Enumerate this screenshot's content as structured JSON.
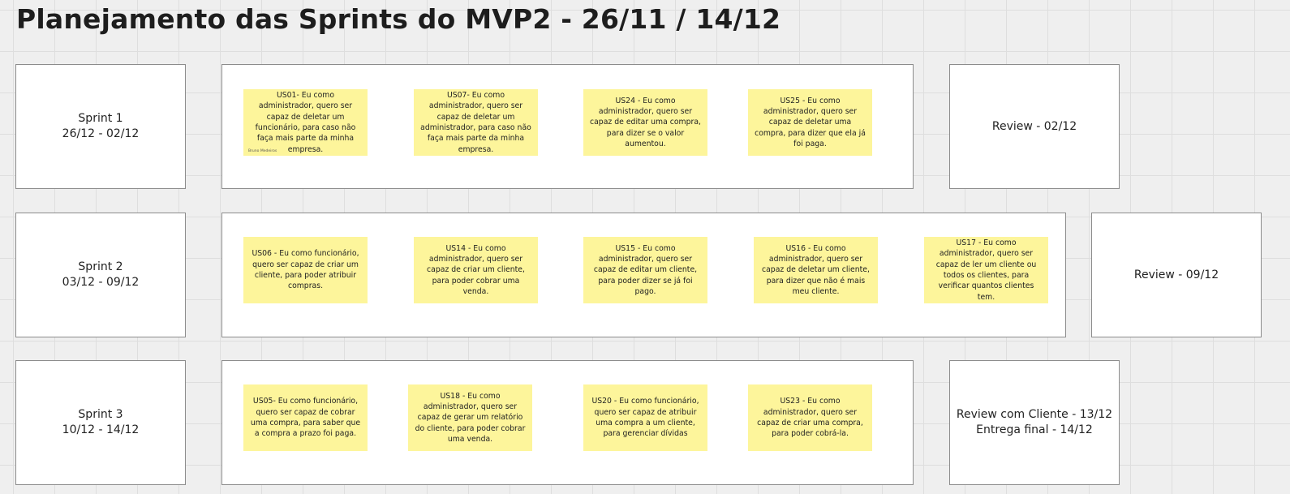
{
  "board": {
    "title": "Planejamento das Sprints do MVP2 - 26/11 / 14/12"
  },
  "sprints": [
    {
      "name": "Sprint 1",
      "dates": "26/12 - 02/12",
      "review_lines": [
        "Review - 02/12"
      ],
      "notes": [
        {
          "text": "US01- Eu como administrador, quero ser capaz de deletar um funcionário, para caso não faça mais parte da minha empresa.",
          "author": "Bruno Medeiros"
        },
        {
          "text": "US07- Eu como administrador, quero ser capaz de deletar um administrador, para caso não faça mais parte da minha empresa."
        },
        {
          "text": "US24 - Eu como administrador, quero ser capaz de editar uma compra, para dizer se o valor aumentou."
        },
        {
          "text": "US25 - Eu como administrador, quero ser capaz de deletar uma compra, para dizer que ela já foi paga."
        }
      ]
    },
    {
      "name": "Sprint 2",
      "dates": "03/12 - 09/12",
      "review_lines": [
        "Review - 09/12"
      ],
      "notes": [
        {
          "text": "US06 - Eu como funcionário, quero ser capaz de criar um cliente, para poder atribuir compras."
        },
        {
          "text": "US14 - Eu como administrador, quero ser capaz de criar um cliente, para poder cobrar uma venda."
        },
        {
          "text": "US15 - Eu como administrador, quero ser capaz de editar um cliente, para poder dizer se já foi pago."
        },
        {
          "text": "US16 - Eu como administrador, quero ser capaz de deletar um cliente, para dizer que não é mais meu cliente."
        },
        {
          "text": "US17 - Eu como administrador, quero ser capaz de ler um cliente ou todos os clientes, para verificar quantos clientes tem."
        }
      ]
    },
    {
      "name": "Sprint 3",
      "dates": "10/12 - 14/12",
      "review_lines": [
        "Review com Cliente - 13/12",
        "Entrega final - 14/12"
      ],
      "notes": [
        {
          "text": "US05- Eu como funcionário, quero ser capaz de cobrar uma compra, para saber que a compra a prazo foi paga."
        },
        {
          "text": "US18 - Eu como administrador, quero ser capaz de gerar um relatório do cliente, para poder cobrar uma venda."
        },
        {
          "text": "US20 - Eu como funcionário, quero ser capaz de atribuir uma compra a um cliente, para gerenciar dívidas"
        },
        {
          "text": "US23 - Eu como administrador, quero ser capaz de criar uma compra, para poder cobrá-la."
        }
      ]
    }
  ],
  "colors": {
    "sticky_note": "#fdf59b",
    "frame_border": "#8c8c8c",
    "canvas": "#efefef"
  }
}
